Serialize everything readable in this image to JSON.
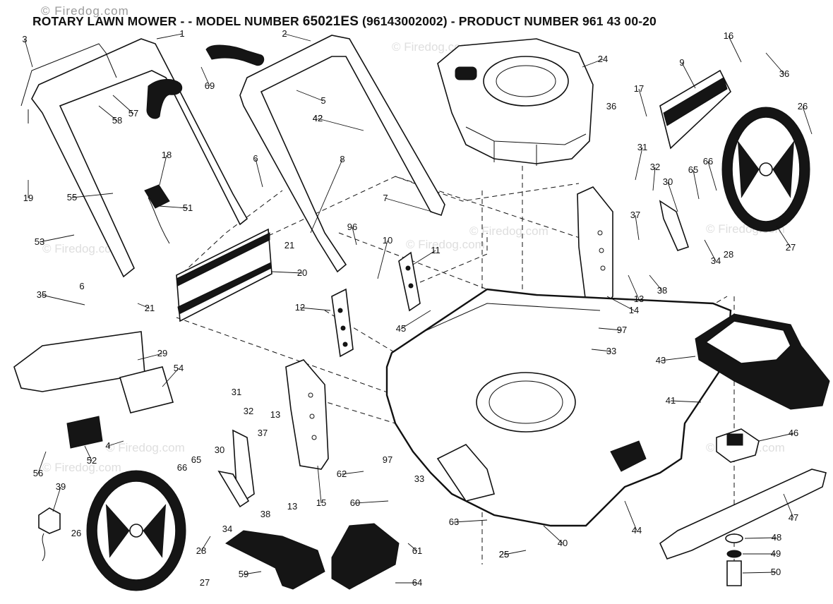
{
  "header": {
    "title_prefix": "ROTARY LAWN MOWER - - MODEL NUMBER ",
    "model_number": "65021ES",
    "title_suffix": " (96143002002) - PRODUCT NUMBER 961 43 00-20"
  },
  "watermark": {
    "top": "© Firedog.com",
    "tile": "© Firedog.com"
  },
  "part_labels": [
    "1",
    "2",
    "3",
    "4",
    "5",
    "6",
    "7",
    "8",
    "9",
    "10",
    "11",
    "12",
    "13",
    "14",
    "15",
    "16",
    "17",
    "18",
    "19",
    "20",
    "21",
    "24",
    "25",
    "26",
    "27",
    "28",
    "29",
    "30",
    "31",
    "32",
    "33",
    "34",
    "35",
    "36",
    "37",
    "38",
    "39",
    "40",
    "41",
    "42",
    "43",
    "44",
    "45",
    "46",
    "47",
    "48",
    "49",
    "50",
    "51",
    "52",
    "53",
    "54",
    "55",
    "56",
    "57",
    "58",
    "59",
    "60",
    "61",
    "62",
    "63",
    "64",
    "65",
    "66",
    "69",
    "96",
    "97"
  ],
  "colors": {
    "ink": "#111111",
    "paper": "#ffffff",
    "watermark": "#c9c9c9"
  }
}
